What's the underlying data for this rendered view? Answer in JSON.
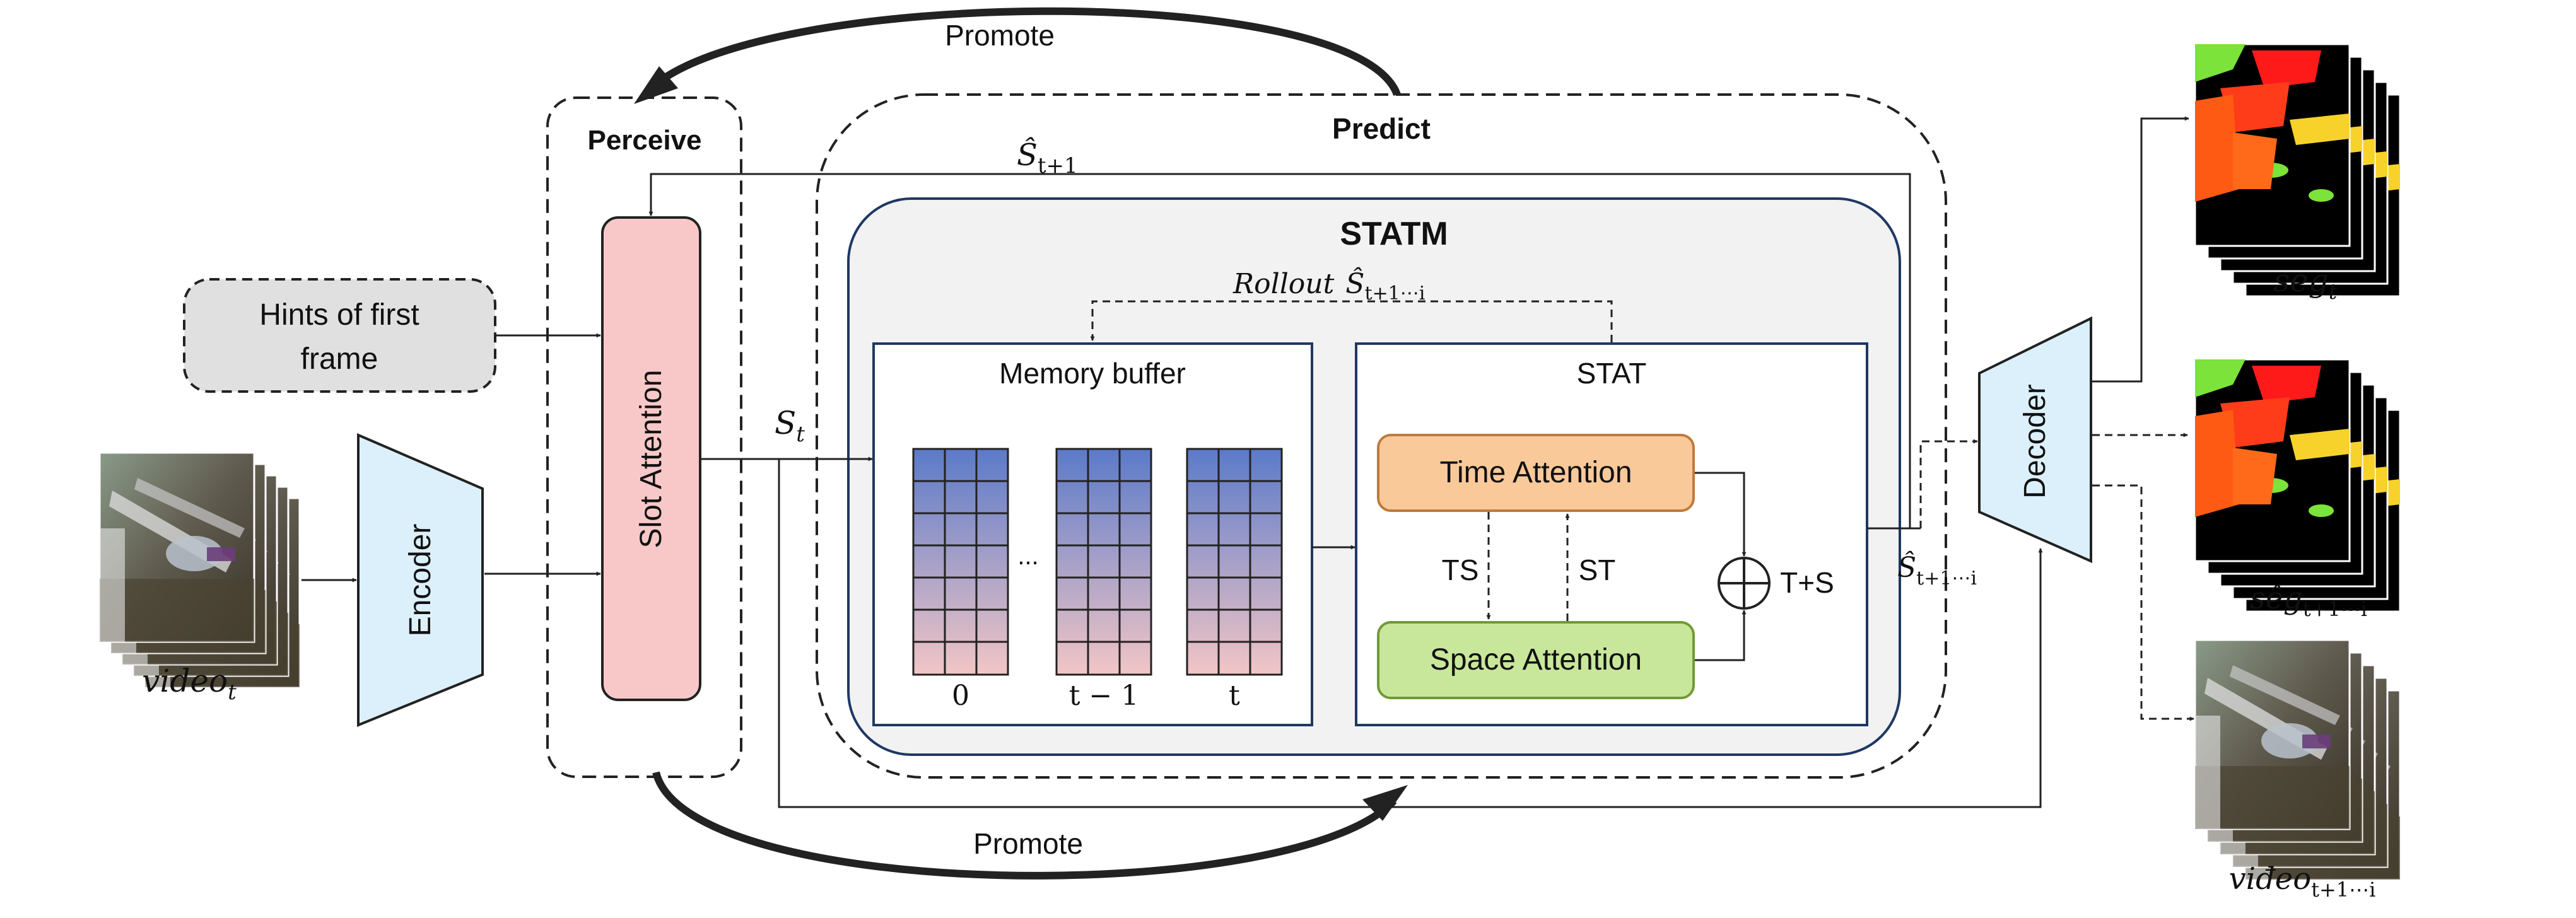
{
  "labels": {
    "promote_top": "Promote",
    "promote_bottom": "Promote",
    "perceive": "Perceive",
    "predict": "Predict",
    "statm": "STATM",
    "hints_line1": "Hints of first",
    "hints_line2": "frame",
    "slot_attention": "Slot Attention",
    "encoder": "Encoder",
    "decoder": "Decoder",
    "memory_buffer": "Memory buffer",
    "stat": "STAT",
    "time_attention": "Time Attention",
    "space_attention": "Space Attention",
    "ts": "TS",
    "st": "ST",
    "t_plus_s": "T+S",
    "mem_label_0": "0",
    "mem_label_t_minus_1": "t − 1",
    "mem_label_t": "t",
    "ellipsis": "...",
    "rollout": "Rollout",
    "s_hat_t1_base": "Ŝ",
    "s_hat_t1_sub": "t+1",
    "s_t_base": "S",
    "s_t_sub": "t",
    "rollout_s_base": "Ŝ",
    "rollout_s_sub": "t+1⋯i",
    "s_hat_range_base": "Ŝ",
    "s_hat_range_sub": "t+1⋯i",
    "video_t_base": "video",
    "video_t_sub": "t",
    "seg_t_base": "seg",
    "seg_t_sub": "t",
    "seg_hat_base": "sêg",
    "seg_hat_sub": "t+1⋯i",
    "video_hat_base": "viđeo",
    "video_hat_sub": "t+1⋯i"
  },
  "colors": {
    "slot_fill": "#f8c8c8",
    "encoder_fill": "#dcf0fb",
    "hints_fill": "#e0e0e0",
    "statm_fill": "#f2f2f2",
    "statm_border": "#1f3864",
    "time_fill": "#f9c99a",
    "time_border": "#c0793a",
    "space_fill": "#c9e79b",
    "space_border": "#6f9a35",
    "memory_top": "#5b7ac9",
    "memory_bottom": "#f2c6c6"
  },
  "icons": [
    "video-frame-stack-icon",
    "segmentation-mask-stack-icon",
    "circled-plus-icon"
  ]
}
